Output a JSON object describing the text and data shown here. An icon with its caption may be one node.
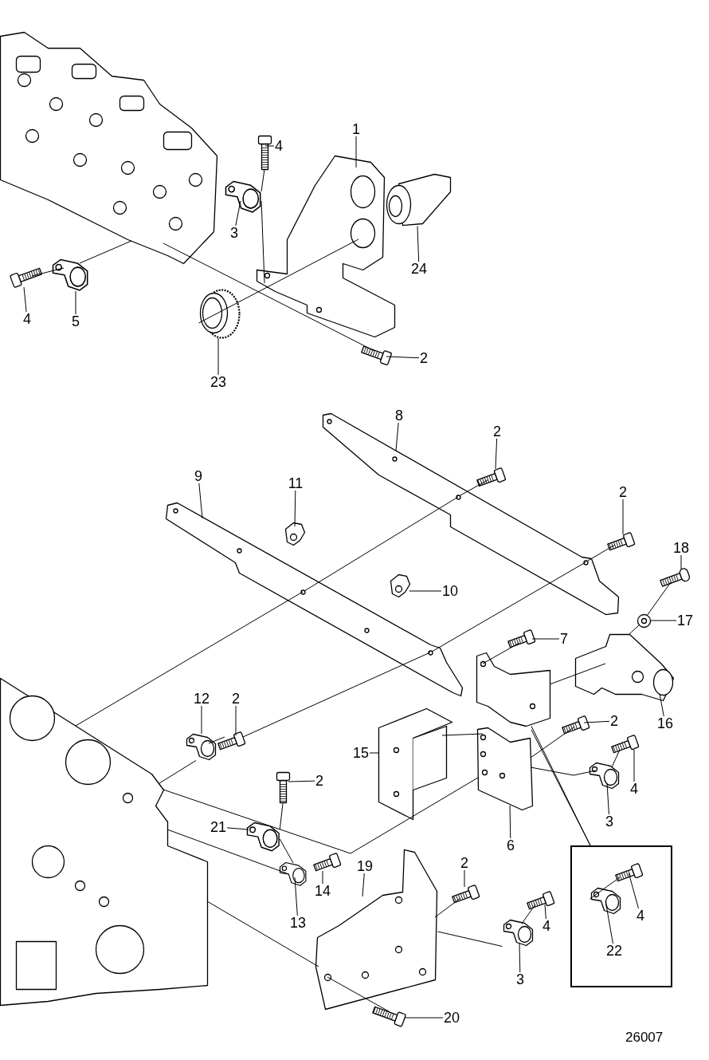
{
  "diagram": {
    "nodes": [
      {
        "text": [
          "1"
        ]
      },
      {
        "text": [
          "4"
        ]
      },
      {
        "text": [
          "3"
        ]
      },
      {
        "text": [
          "24"
        ]
      },
      {
        "text": [
          "4"
        ]
      },
      {
        "text": [
          "5"
        ]
      },
      {
        "text": [
          "2"
        ]
      },
      {
        "text": [
          "23"
        ]
      },
      {
        "text": [
          "8"
        ]
      },
      {
        "text": [
          "2"
        ]
      },
      {
        "text": [
          "9"
        ]
      },
      {
        "text": [
          "11"
        ]
      },
      {
        "text": [
          "2"
        ]
      },
      {
        "text": [
          "18"
        ]
      },
      {
        "text": [
          "10"
        ]
      },
      {
        "text": [
          "17"
        ]
      },
      {
        "text": [
          "7"
        ]
      },
      {
        "text": [
          "12"
        ]
      },
      {
        "text": [
          "2"
        ]
      },
      {
        "text": [
          "16"
        ]
      },
      {
        "text": [
          "2"
        ]
      },
      {
        "text": [
          "15"
        ]
      },
      {
        "text": [
          "2"
        ]
      },
      {
        "text": [
          "4"
        ]
      },
      {
        "text": [
          "21"
        ]
      },
      {
        "text": [
          "3"
        ]
      },
      {
        "text": [
          "6"
        ]
      },
      {
        "text": [],
        "shape": "box"
      },
      {
        "text": [
          "19"
        ]
      },
      {
        "text": [
          "2"
        ]
      },
      {
        "text": [
          "14"
        ]
      },
      {
        "text": [
          "13"
        ]
      },
      {
        "text": [
          "4"
        ],
        "in": 27
      },
      {
        "text": [
          "4"
        ]
      },
      {
        "text": [
          "22"
        ],
        "in": 27
      },
      {
        "text": [
          "3"
        ]
      },
      {
        "text": [
          "20"
        ]
      },
      {
        "text": [],
        "shape": "picture"
      },
      {
        "text": [],
        "shape": "picture"
      },
      {
        "text": [],
        "shape": "picture"
      },
      {
        "text": [],
        "shape": "picture"
      },
      {
        "text": [],
        "shape": "picture"
      },
      {
        "text": [],
        "shape": "picture"
      },
      {
        "text": [],
        "shape": "picture"
      },
      {
        "text": [],
        "shape": "picture"
      },
      {
        "text": [],
        "shape": "picture"
      },
      {
        "text": [],
        "shape": "picture"
      },
      {
        "text": [],
        "shape": "picture"
      },
      {
        "text": [],
        "shape": "picture"
      },
      {
        "text": [],
        "shape": "picture"
      },
      {
        "text": [],
        "shape": "picture"
      },
      {
        "text": [],
        "shape": "picture"
      },
      {
        "text": [],
        "shape": "picture"
      },
      {
        "text": [],
        "shape": "picture"
      },
      {
        "text": [],
        "shape": "picture"
      },
      {
        "text": [],
        "shape": "picture"
      },
      {
        "text": [],
        "shape": "picture"
      },
      {
        "text": [],
        "shape": "picture"
      },
      {
        "text": [],
        "shape": "picture"
      },
      {
        "text": [],
        "shape": "picture"
      },
      {
        "text": [],
        "shape": "picture"
      },
      {
        "text": [],
        "shape": "picture"
      },
      {
        "text": [],
        "shape": "picture"
      },
      {
        "text": [],
        "shape": "picture"
      },
      {
        "text": [],
        "shape": "picture"
      },
      {
        "text": [],
        "shape": "picture"
      },
      {
        "text": [],
        "shape": "picture"
      },
      {
        "text": [],
        "shape": "picture"
      },
      {
        "text": [],
        "shape": "picture",
        "in": 27
      },
      {
        "text": [],
        "shape": "picture"
      },
      {
        "text": [],
        "shape": "picture",
        "in": 27
      },
      {
        "text": [],
        "shape": "picture"
      },
      {
        "text": [],
        "shape": "picture"
      },
      {
        "text": [],
        "shape": "picture"
      },
      {
        "text": [],
        "shape": "picture"
      },
      {
        "text": [],
        "shape": "picture"
      }
    ],
    "edges": [
      {
        "from": 0,
        "to": 37,
        "arrow": "none"
      },
      {
        "from": 1,
        "to": 38,
        "arrow": "none"
      },
      {
        "from": 2,
        "to": 39,
        "arrow": "none"
      },
      {
        "from": 3,
        "to": 40,
        "arrow": "none"
      },
      {
        "from": 4,
        "to": 41,
        "arrow": "none"
      },
      {
        "from": 5,
        "to": 42,
        "arrow": "none"
      },
      {
        "from": 6,
        "to": 43,
        "arrow": "none"
      },
      {
        "from": 7,
        "to": 44,
        "arrow": "none"
      },
      {
        "from": 8,
        "to": 45,
        "arrow": "none"
      },
      {
        "from": 9,
        "to": 46,
        "arrow": "none"
      },
      {
        "from": 10,
        "to": 47,
        "arrow": "none"
      },
      {
        "from": 11,
        "to": 48,
        "arrow": "none"
      },
      {
        "from": 12,
        "to": 49,
        "arrow": "none"
      },
      {
        "from": 13,
        "to": 50,
        "arrow": "none"
      },
      {
        "from": 14,
        "to": 51,
        "arrow": "none"
      },
      {
        "from": 15,
        "to": 52,
        "arrow": "none"
      },
      {
        "from": 16,
        "to": 53,
        "arrow": "none"
      },
      {
        "from": 17,
        "to": 54,
        "arrow": "none"
      },
      {
        "from": 18,
        "to": 55,
        "arrow": "none"
      },
      {
        "from": 19,
        "to": 56,
        "arrow": "none"
      },
      {
        "from": 20,
        "to": 57,
        "arrow": "none"
      },
      {
        "from": 21,
        "to": 58,
        "arrow": "none"
      },
      {
        "from": 22,
        "to": 59,
        "arrow": "none"
      },
      {
        "from": 23,
        "to": 60,
        "arrow": "none"
      },
      {
        "from": 24,
        "to": 61,
        "arrow": "none"
      },
      {
        "from": 25,
        "to": 62,
        "arrow": "none"
      },
      {
        "from": 26,
        "to": 63,
        "arrow": "none"
      },
      {
        "from": 28,
        "to": 64,
        "arrow": "none"
      },
      {
        "from": 29,
        "to": 65,
        "arrow": "none"
      },
      {
        "from": 30,
        "to": 66,
        "arrow": "none"
      },
      {
        "from": 31,
        "to": 67,
        "arrow": "none"
      },
      {
        "from": 32,
        "to": 68,
        "arrow": "none"
      },
      {
        "from": 33,
        "to": 69,
        "arrow": "none"
      },
      {
        "from": 34,
        "to": 70,
        "arrow": "none"
      },
      {
        "from": 35,
        "to": 71,
        "arrow": "none"
      },
      {
        "from": 36,
        "to": 72,
        "arrow": "none"
      },
      {
        "from": 44,
        "to": 37,
        "arrow": "none"
      },
      {
        "from": 41,
        "to": 42,
        "arrow": "none"
      },
      {
        "from": 42,
        "to": 73,
        "arrow": "none"
      },
      {
        "from": 73,
        "to": 43,
        "arrow": "none"
      },
      {
        "from": 38,
        "to": 39,
        "arrow": "none"
      },
      {
        "from": 39,
        "to": 37,
        "arrow": "none"
      },
      {
        "from": 74,
        "to": 47,
        "arrow": "none"
      },
      {
        "from": 55,
        "to": 47,
        "arrow": "none"
      },
      {
        "from": 74,
        "to": 54,
        "arrow": "none"
      },
      {
        "from": 54,
        "to": 55,
        "arrow": "none"
      },
      {
        "from": 74,
        "to": 63,
        "arrow": "none"
      },
      {
        "from": 74,
        "to": 67,
        "arrow": "none"
      },
      {
        "from": 61,
        "to": 59,
        "arrow": "none"
      },
      {
        "from": 61,
        "to": 67,
        "arrow": "none"
      },
      {
        "from": 74,
        "to": 64,
        "arrow": "none"
      },
      {
        "from": 64,
        "to": 72,
        "arrow": "none"
      },
      {
        "from": 64,
        "to": 65,
        "arrow": "none"
      },
      {
        "from": 71,
        "to": 69,
        "arrow": "none"
      },
      {
        "from": 71,
        "to": 64,
        "arrow": "none"
      },
      {
        "from": 58,
        "to": 63,
        "arrow": "none"
      },
      {
        "from": 63,
        "to": 57,
        "arrow": "none"
      },
      {
        "from": 63,
        "to": 62,
        "arrow": "none"
      },
      {
        "from": 62,
        "to": 60,
        "arrow": "none"
      },
      {
        "from": 75,
        "to": 53,
        "arrow": "none"
      },
      {
        "from": 75,
        "to": 56,
        "arrow": "none"
      },
      {
        "from": 56,
        "to": 52,
        "arrow": "none"
      },
      {
        "from": 52,
        "to": 50,
        "arrow": "none"
      },
      {
        "from": 70,
        "to": 68,
        "arrow": "none"
      },
      {
        "from": 63,
        "to": 27,
        "arrow": "none"
      },
      {
        "from": 45,
        "to": 46,
        "arrow": "none"
      },
      {
        "from": 45,
        "to": 49,
        "arrow": "none"
      },
      {
        "from": 47,
        "to": 45,
        "arrow": "none"
      },
      {
        "from": 47,
        "to": 45,
        "arrow": "none"
      }
    ],
    "labels": [
      "26007"
    ]
  }
}
